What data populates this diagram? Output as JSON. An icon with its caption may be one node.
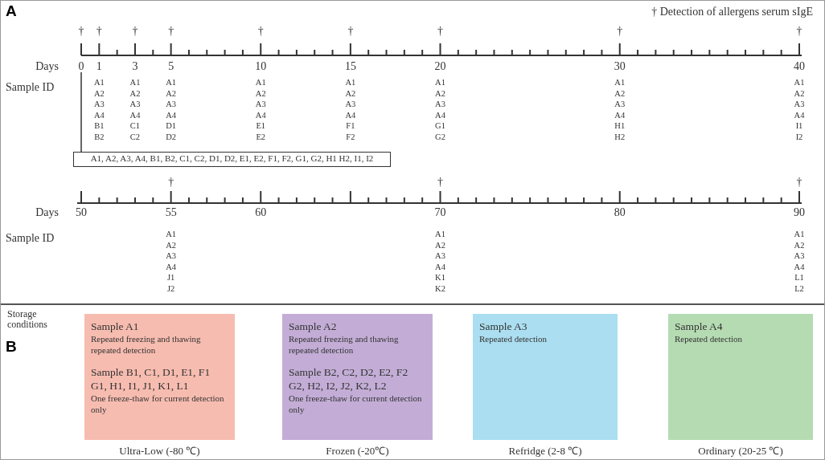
{
  "diagram": {
    "nodes": [
      {
        "text": [
          "0"
        ]
      },
      {
        "text": [
          "A1, A2, A3, A4, B1, B2, C1, C2, D1, D2, E1, E2, F1, F2, G1, G2, H1 H2, I1, I2"
        ]
      },
      {
        "text": [
          "Sample A1",
          "Repeated freezing and thawing repeated detection",
          "Sample B1, C1, D1, E1, F1 G1, H1, I1, J1, K1, L1",
          "One freeze-thaw for current detection only"
        ],
        "beside": [
          "Ultra-Low (-80 ℃)"
        ]
      },
      {
        "text": [
          "Sample A2",
          "Repeated freezing and thawing repeated detection",
          "Sample B2, C2, D2, E2, F2 G2, H2, I2, J2, K2, L2",
          "One freeze-thaw for current detection only"
        ],
        "beside": [
          "Frozen (-20℃)"
        ]
      },
      {
        "text": [
          "Sample A3",
          "Repeated detection"
        ],
        "beside": [
          "Refridge (2-8 ℃)"
        ]
      },
      {
        "text": [
          "Sample A4",
          "Repeated detection"
        ],
        "beside": [
          "Ordinary (20-25 ℃)"
        ]
      }
    ],
    "edges": [
      {
        "from": 0,
        "to": 1,
        "arrow": "none"
      }
    ],
    "labels": [
      "A",
      "† Detection of allergens serum sIgE",
      "†",
      "†",
      "†",
      "†",
      "†",
      "†",
      "†",
      "†",
      "†",
      "Days",
      "1",
      "3",
      "5",
      "10",
      "15",
      "20",
      "30",
      "40",
      "Sample ID",
      "A1 A2 A3 A4 B1 B2",
      "A1 A2 A3 A4 C1 C2",
      "A1 A2 A3 A4 D1 D2",
      "A1 A2 A3 A4 E1 E2",
      "A1 A2 A3 A4 F1 F2",
      "A1 A2 A3 A4 G1 G2",
      "A1 A2 A3 A4 H1 H2",
      "A1 A2 A3 A4 I1 I2",
      "†",
      "†",
      "†",
      "Days",
      "50",
      "55",
      "60",
      "70",
      "80",
      "90",
      "Sample ID",
      "A1 A2 A3 A4 J1 J2",
      "A1 A2 A3 A4 K1 K2",
      "A1 A2 A3 A4 L1 L2",
      "Storage conditions",
      "B"
    ]
  }
}
